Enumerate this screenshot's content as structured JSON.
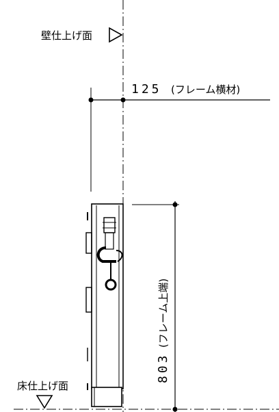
{
  "labels": {
    "wall_finish": "壁仕上げ面",
    "floor_finish": "床仕上げ面"
  },
  "dimensions": {
    "horizontal": {
      "value": "125",
      "note": "(フレーム横材)"
    },
    "vertical": {
      "value": "803",
      "note": "(フレーム上端)"
    }
  },
  "colors": {
    "line": "#000000",
    "background": "#ffffff"
  }
}
